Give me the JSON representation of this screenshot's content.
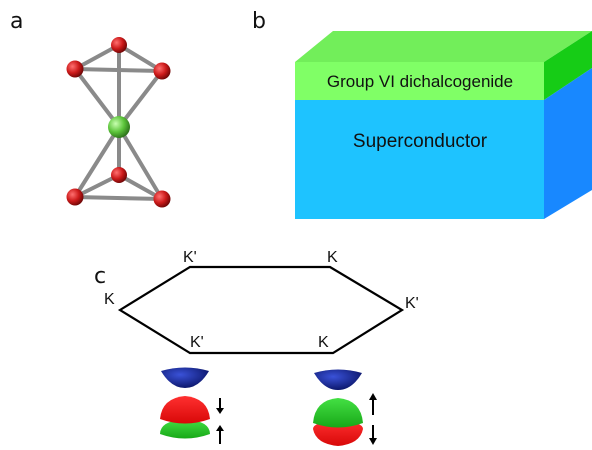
{
  "panels": {
    "a": {
      "label": "a"
    },
    "b": {
      "label": "b",
      "top_layer": "Group VI dichalcogenide",
      "bottom_layer": "Superconductor",
      "colors": {
        "layer_front": "#80ff66",
        "layer_top": "#73f05c",
        "layer_side": "#19cc19",
        "sc_front": "#1ec3ff",
        "sc_side": "#1a8aff"
      }
    },
    "c": {
      "label": "c",
      "vertex_labels": [
        "K'",
        "K",
        "K",
        "K'",
        "K'",
        "K"
      ],
      "bands": {
        "conduction_color": "#0a1a8c",
        "spin_up_color": "#ff1a1a",
        "spin_down_color": "#22cc22",
        "left_arrows": [
          "down",
          "up"
        ],
        "right_arrows": [
          "up",
          "down"
        ]
      }
    }
  }
}
